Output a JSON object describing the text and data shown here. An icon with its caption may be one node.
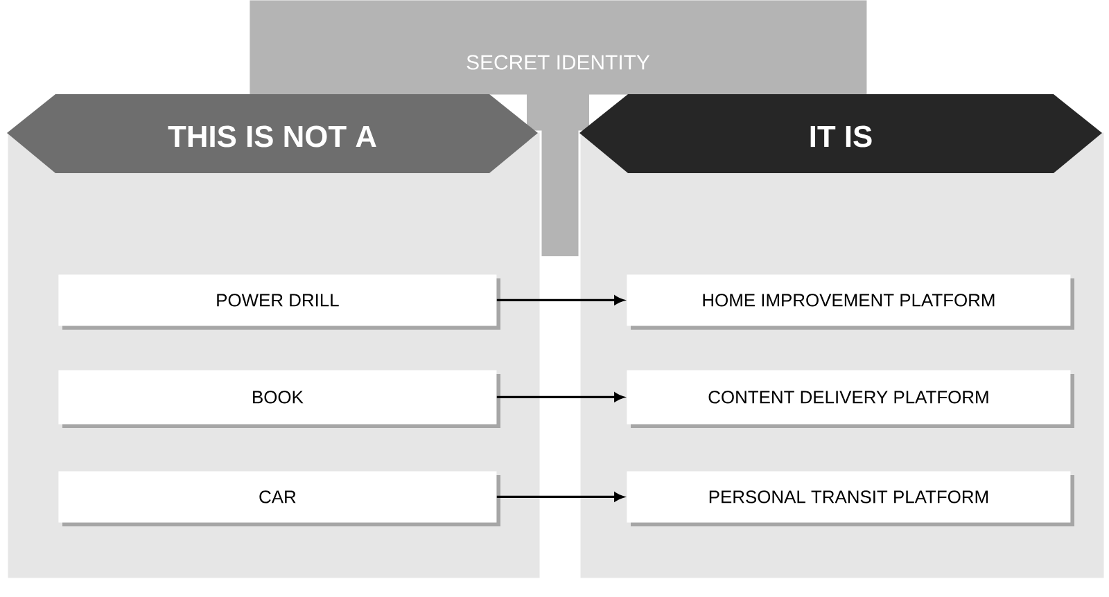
{
  "diagram": {
    "nodes": [
      {
        "text": [
          "SECRET IDENTITY"
        ]
      },
      {
        "text": [
          "THIS IS NOT A"
        ]
      },
      {
        "text": [
          "POWER DRILL"
        ],
        "in": 1
      },
      {
        "text": [
          "BOOK"
        ],
        "in": 1
      },
      {
        "text": [
          "CAR"
        ],
        "in": 1
      },
      {
        "text": [
          "IT IS"
        ]
      },
      {
        "text": [
          "HOME IMPROVEMENT PLATFORM"
        ],
        "in": 5
      },
      {
        "text": [
          "CONTENT DELIVERY PLATFORM"
        ],
        "in": 5
      },
      {
        "text": [
          "PERSONAL TRANSIT PLATFORM"
        ],
        "in": 5
      }
    ],
    "edges": [
      {
        "from": 2,
        "to": 6,
        "arrow": "to"
      },
      {
        "from": 3,
        "to": 7,
        "arrow": "to"
      },
      {
        "from": 4,
        "to": 8,
        "arrow": "to"
      }
    ]
  }
}
